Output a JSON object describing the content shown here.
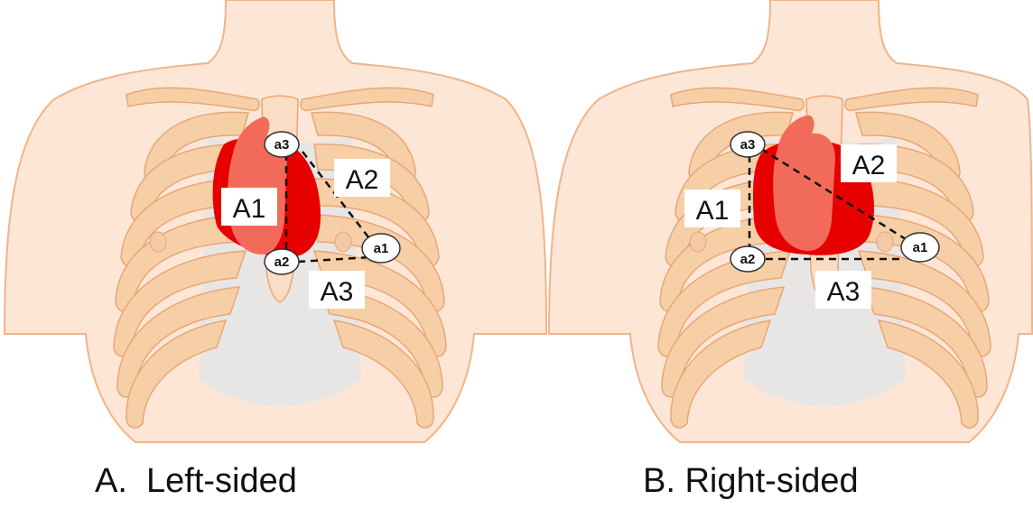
{
  "panels": [
    {
      "id": "A",
      "caption": "A.  Left-sided",
      "leads": {
        "a1": "a1",
        "a2": "a2",
        "a3": "a3"
      },
      "areas": {
        "A1": "A1",
        "A2": "A2",
        "A3": "A3"
      }
    },
    {
      "id": "B",
      "caption": "B. Right-sided",
      "leads": {
        "a1": "a1",
        "a2": "a2",
        "a3": "a3"
      },
      "areas": {
        "A1": "A1",
        "A2": "A2",
        "A3": "A3"
      }
    }
  ],
  "colors": {
    "skin": "#fde6d6",
    "skin_outline": "#f0b48a",
    "rib": "#f7cfa7",
    "cartilage": "#e3e3e3",
    "heart_front": "#f26b5a",
    "heart_back": "#e60000",
    "lead_fill": "#ffffff",
    "dashed_line": "#111111"
  }
}
